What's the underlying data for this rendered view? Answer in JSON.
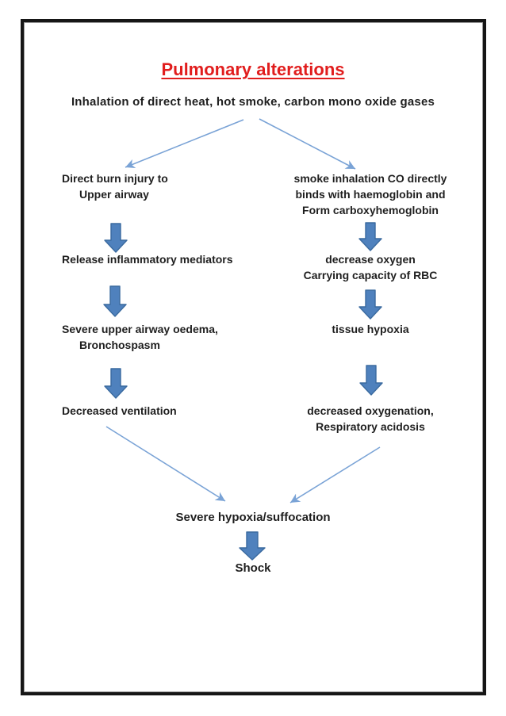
{
  "title": "Pulmonary alterations",
  "subtitle": "Inhalation of direct heat, hot smoke, carbon mono oxide gases",
  "flow": {
    "left": [
      {
        "lines": [
          "Direct burn injury to",
          "Upper airway"
        ]
      },
      {
        "lines": [
          "Release inflammatory mediators"
        ]
      },
      {
        "lines": [
          "Severe upper airway oedema,",
          "Bronchospasm"
        ]
      },
      {
        "lines": [
          "Decreased ventilation"
        ]
      }
    ],
    "right": [
      {
        "lines": [
          "smoke inhalation CO directly",
          "binds with haemoglobin and",
          "Form carboxyhemoglobin"
        ]
      },
      {
        "lines": [
          "decrease oxygen",
          "Carrying capacity of RBC"
        ]
      },
      {
        "lines": [
          "tissue hypoxia"
        ]
      },
      {
        "lines": [
          "decreased oxygenation,",
          "Respiratory acidosis"
        ]
      }
    ],
    "merge": {
      "lines": [
        "Severe hypoxia/suffocation"
      ]
    },
    "final": {
      "lines": [
        "Shock"
      ]
    }
  },
  "icons": {
    "block_arrow": "down-block-arrow",
    "line_arrow": "diagonal-line-arrow"
  },
  "colors": {
    "title-red": "#e11d1d",
    "ink": "#1f1f1f",
    "arrow-line": "#7aa3d6",
    "arrow-fill": "#4f81bd",
    "arrow-stroke": "#3a6a9f",
    "border": "#161616"
  }
}
